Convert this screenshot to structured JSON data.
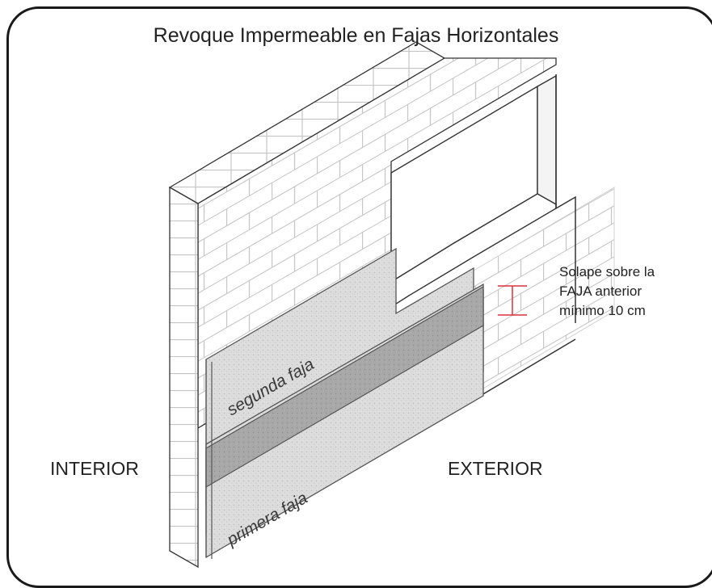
{
  "title": "Revoque Impermeable en Fajas Horizontales",
  "labels": {
    "interior": "INTERIOR",
    "exterior": "EXTERIOR",
    "segunda_faja": "segunda faja",
    "primera_faja": "primera faja"
  },
  "note": {
    "line1": "Solape sobre la",
    "line2": "FAJA anterior",
    "line3": "mínimo 10 cm"
  },
  "colors": {
    "frame": "#1a1a1a",
    "brick_lines": "#c8c8c8",
    "plaster": "#dedede",
    "overlap": "#a9a9a9",
    "dimension_marker": "#e0303a"
  }
}
